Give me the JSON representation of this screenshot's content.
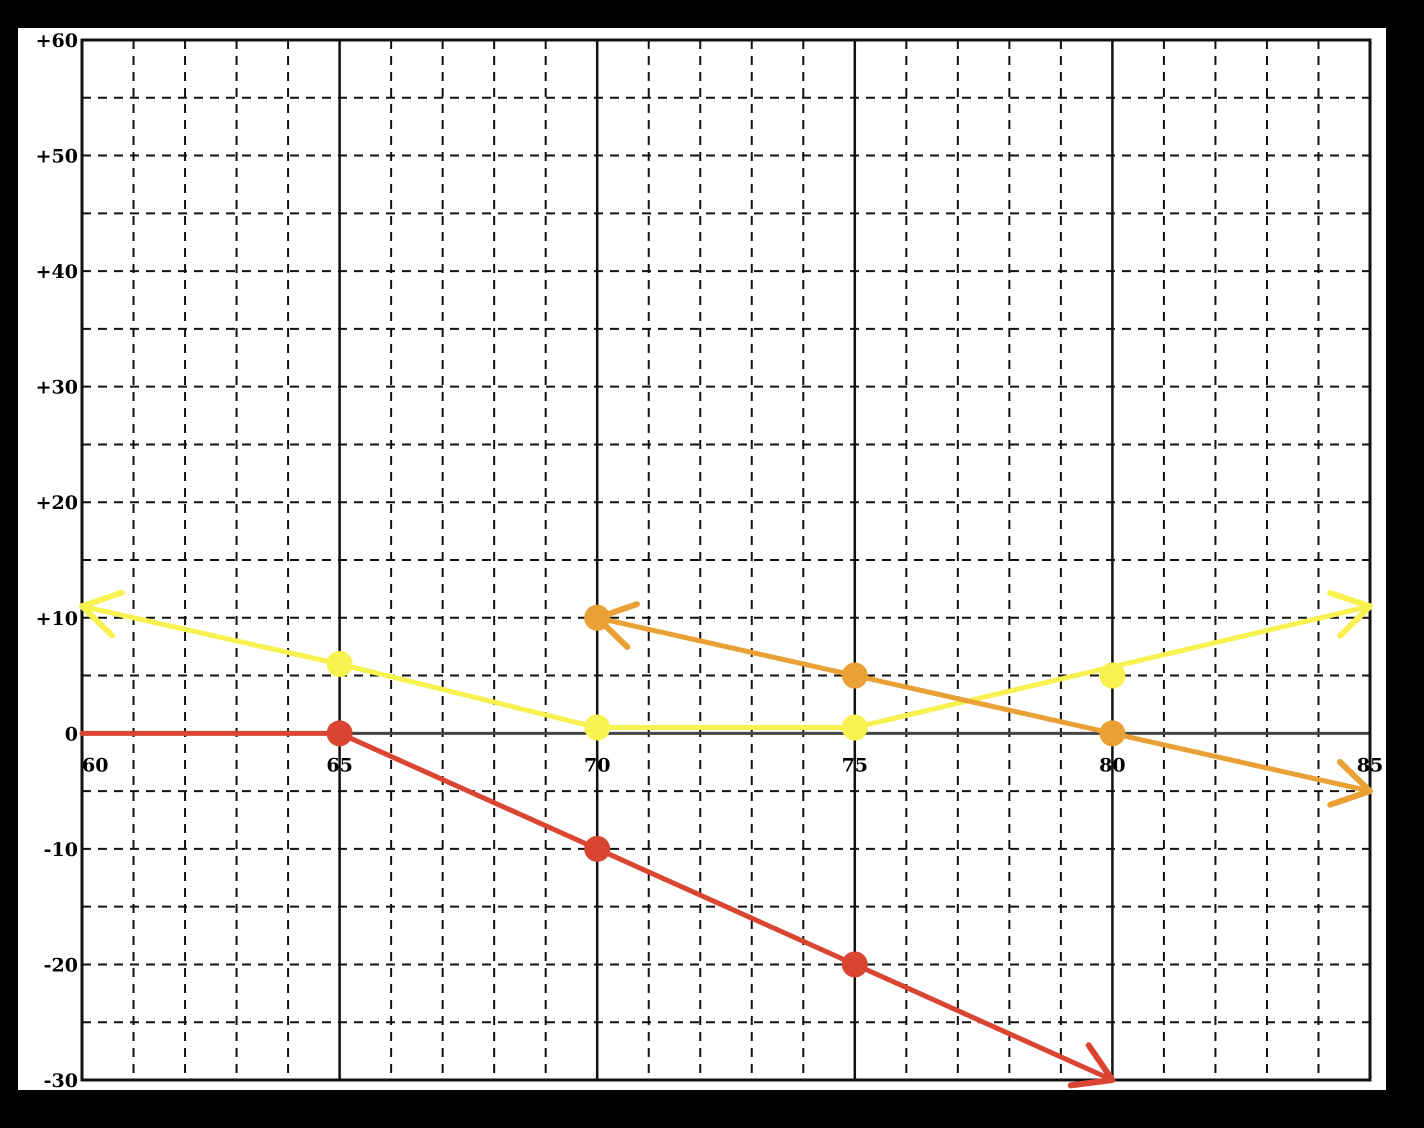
{
  "chart_data": {
    "type": "line",
    "title": "",
    "xlabel": "",
    "ylabel": "",
    "xlim": [
      60,
      85
    ],
    "ylim": [
      -30,
      60
    ],
    "x_major_step": 5,
    "x_minor_step": 1,
    "y_major_step": 10,
    "y_minor_step": 5,
    "x_tick_labels": [
      "60",
      "65",
      "70",
      "75",
      "80",
      "85"
    ],
    "y_tick_labels": [
      "+60",
      "+50",
      "+40",
      "+30",
      "+20",
      "+10",
      "0",
      "-10",
      "-20",
      "-30"
    ],
    "grid": true,
    "legend": "none",
    "series": [
      {
        "color": "#F7F250",
        "marker_points": [
          [
            65,
            6
          ],
          [
            70,
            0.5
          ],
          [
            75,
            0.5
          ],
          [
            80,
            5
          ]
        ],
        "line": [
          [
            60,
            11
          ],
          [
            65,
            6
          ],
          [
            70,
            0.5
          ],
          [
            75,
            0.5
          ],
          [
            85,
            11
          ]
        ],
        "arrow_start": true,
        "arrow_end": true
      },
      {
        "color": "#E9A034",
        "marker_points": [
          [
            70,
            10
          ],
          [
            75,
            5
          ],
          [
            80,
            0
          ]
        ],
        "line": [
          [
            70,
            10
          ],
          [
            85,
            -5
          ]
        ],
        "arrow_start": true,
        "arrow_end": true
      },
      {
        "color": "#DA4532",
        "marker_points": [
          [
            65,
            0
          ],
          [
            70,
            -10
          ],
          [
            75,
            -20
          ]
        ],
        "line": [
          [
            60,
            0
          ],
          [
            65,
            0
          ],
          [
            80,
            -30
          ]
        ],
        "arrow_start": false,
        "arrow_end": true
      }
    ]
  }
}
